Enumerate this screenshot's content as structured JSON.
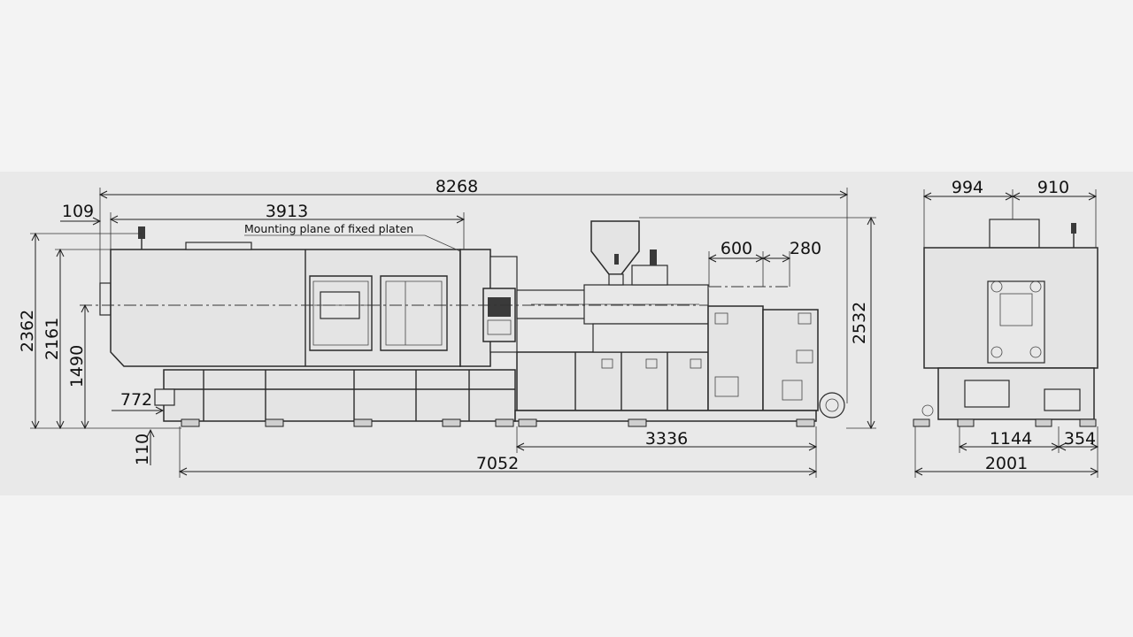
{
  "diagram": {
    "note": "Mounting plane of fixed platen",
    "side_view": {
      "overall_length": "8268",
      "fixed_platen_offset": "3913",
      "rear_offset": "109",
      "total_height": "2362",
      "machine_height": "2161",
      "center_height": "1490",
      "front_offset": "772",
      "base_height": "110",
      "injection_unit_width_a": "600",
      "injection_unit_width_b": "280",
      "hopper_height": "2532",
      "injection_base_length": "3336",
      "base_length": "7052"
    },
    "end_view": {
      "left_half": "994",
      "right_half": "910",
      "foot_span": "1144",
      "side_offset": "354",
      "overall_width": "2001"
    }
  },
  "colors": {
    "background": "#f3f3f3",
    "band": "#e9e9e9",
    "line": "#2a2a2a"
  }
}
